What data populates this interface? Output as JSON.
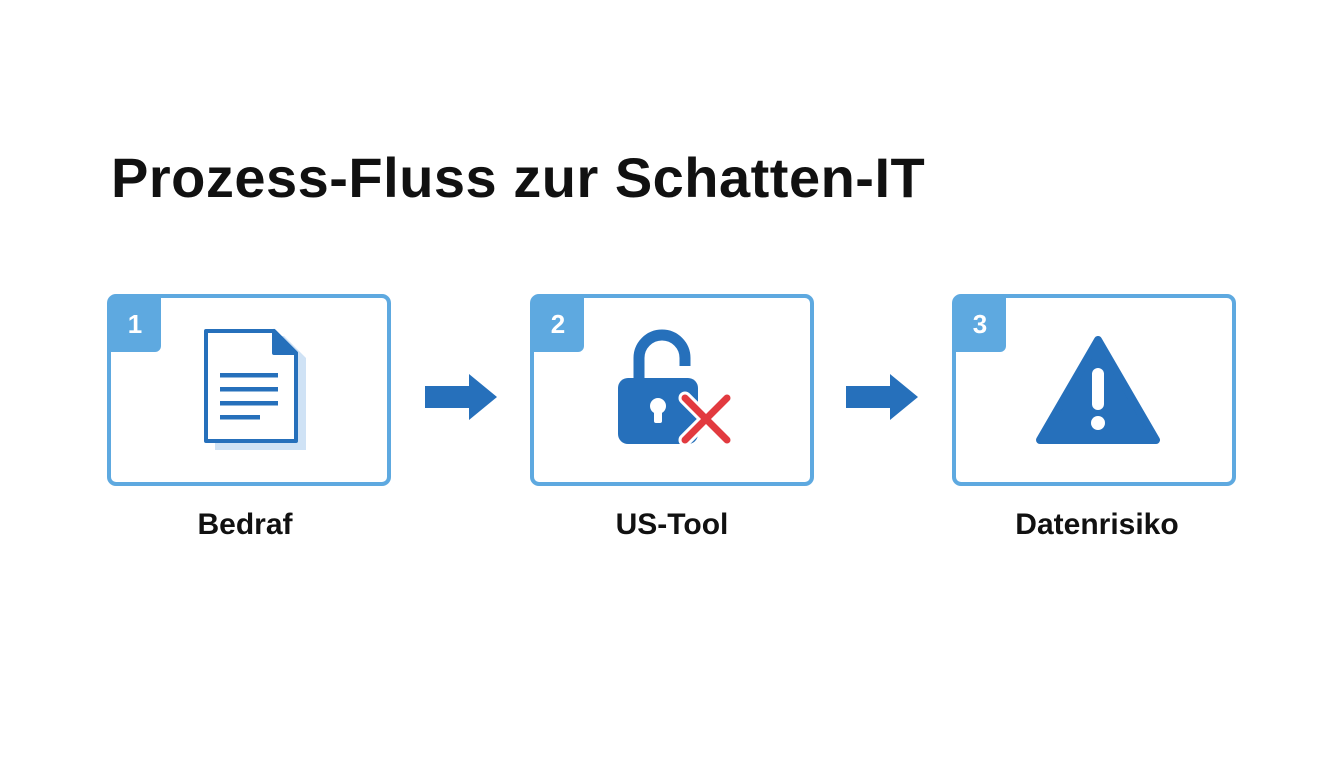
{
  "title": "Prozess-Fluss zur Schatten-IT",
  "steps": [
    {
      "number": "1",
      "label": "Bedraf",
      "icon": "document-icon"
    },
    {
      "number": "2",
      "label": "US-Tool",
      "icon": "unlocked-padlock-with-x-icon"
    },
    {
      "number": "3",
      "label": "Datenrisiko",
      "icon": "warning-triangle-icon"
    }
  ],
  "colors": {
    "box_border": "#5ea9e0",
    "icon_blue": "#2670bb",
    "arrow_blue": "#2670bb",
    "cross_red": "#e23a3f"
  }
}
